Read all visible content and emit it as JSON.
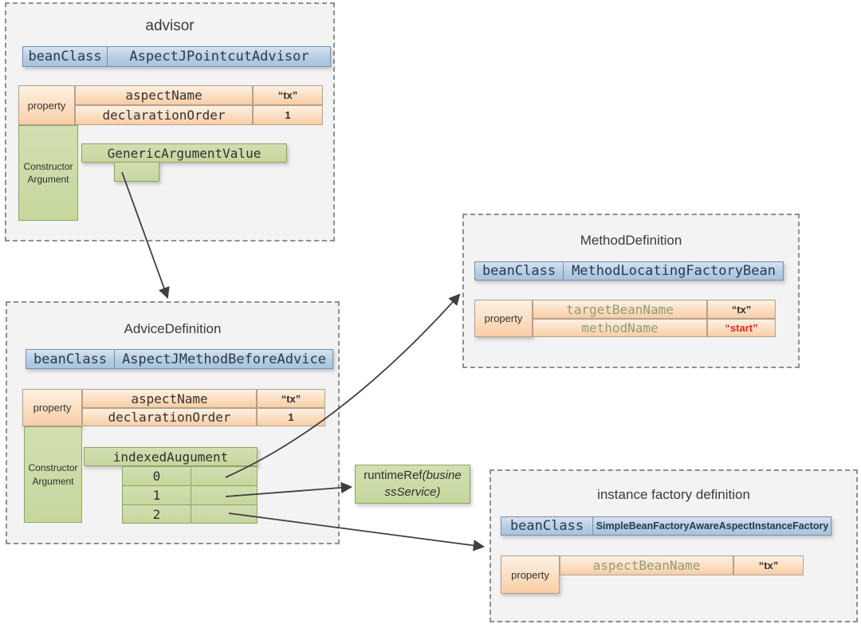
{
  "diagram": {
    "advisor": {
      "title": "advisor",
      "bean_class": {
        "label": "beanClass",
        "value": "AspectJPointcutAdvisor"
      },
      "property_label": "property",
      "properties": [
        {
          "name": "aspectName",
          "value": "“tx”"
        },
        {
          "name": "declarationOrder",
          "value": "1"
        }
      ],
      "constructor_argument_label": "ConstructorArgument",
      "generic_argument_value": "GenericArgumentValue"
    },
    "advice_definition": {
      "title": "AdviceDefinition",
      "bean_class": {
        "label": "beanClass",
        "value": "AspectJMethodBeforeAdvice"
      },
      "property_label": "property",
      "properties": [
        {
          "name": "aspectName",
          "value": "“tx”"
        },
        {
          "name": "declarationOrder",
          "value": "1"
        }
      ],
      "constructor_argument_label": "ConstructorArgument",
      "indexed_argument": {
        "label": "indexedAugument",
        "indices": [
          "0",
          "1",
          "2"
        ]
      }
    },
    "method_definition": {
      "title": "MethodDefinition",
      "bean_class": {
        "label": "beanClass",
        "value": "MethodLocatingFactoryBean"
      },
      "property_label": "property",
      "properties": [
        {
          "name": "targetBeanName",
          "value": "“tx”"
        },
        {
          "name": "methodName",
          "value": "“start”"
        }
      ]
    },
    "instance_factory": {
      "title": "instance factory definition",
      "bean_class": {
        "label": "beanClass",
        "value": "SimpleBeanFactoryAwareAspectInstanceFactory"
      },
      "property_label": "property",
      "properties": [
        {
          "name": "aspectBeanName",
          "value": "“tx”"
        }
      ]
    },
    "runtime_ref": {
      "prefix": "runtimeRef",
      "arg_line1": "(busine",
      "arg_line2": "ssService)"
    }
  },
  "colors": {
    "blue_fill": "#b6cde3",
    "blue_border": "#7291b4",
    "peach_fill": "#fbd9b8",
    "peach_border": "#b3a18d",
    "green_fill": "#c6d79d",
    "green_border": "#8fa463",
    "olive_text": "#8d9d77",
    "red_value": "#e02a2a",
    "arrow": "#3f3f3f",
    "box_background": "#f3f3f3",
    "box_border": "#8f8f8f"
  }
}
